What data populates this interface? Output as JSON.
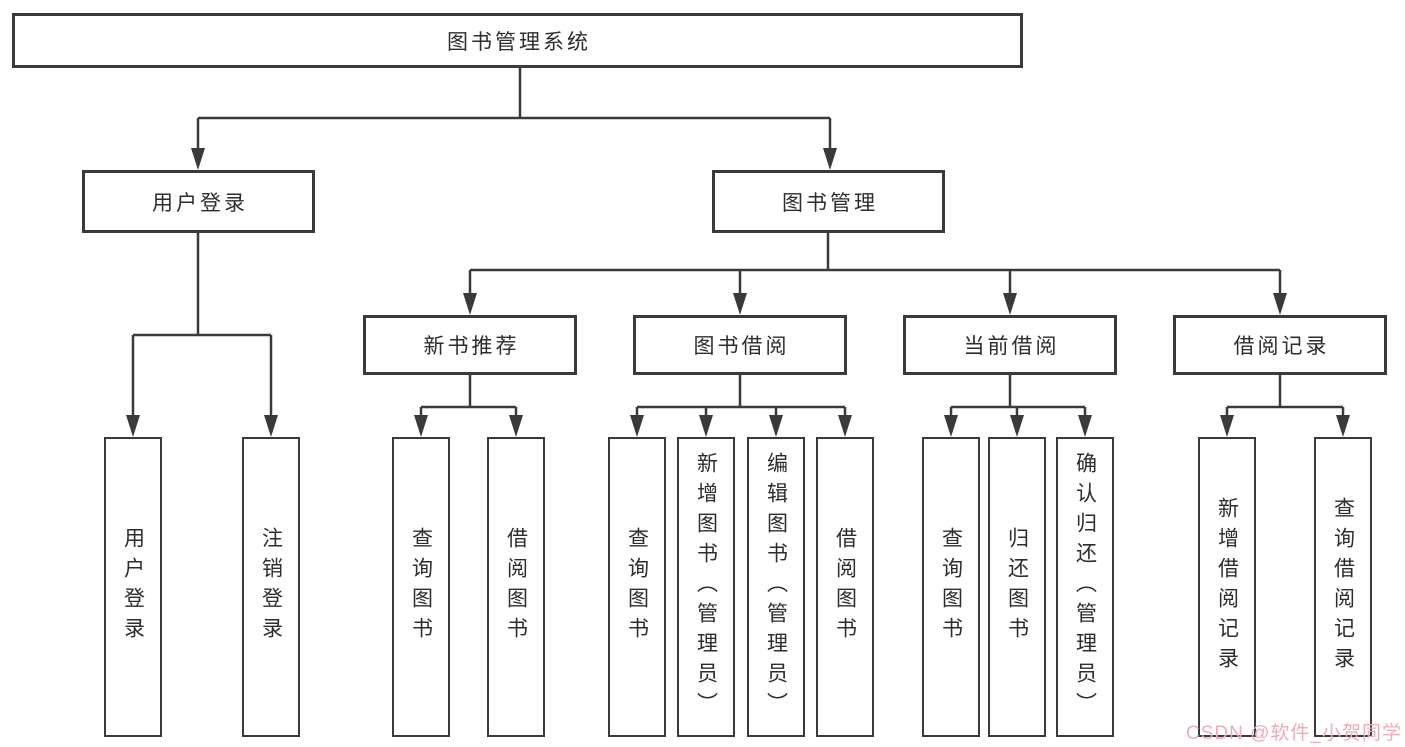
{
  "tree": {
    "root": "图书管理系统",
    "user_login_branch": {
      "label": "用户登录",
      "children": [
        "用户登录",
        "注销登录"
      ]
    },
    "book_mgmt_branch": {
      "label": "图书管理",
      "sections": [
        {
          "label": "新书推荐",
          "children": [
            "查询图书",
            "借阅图书"
          ]
        },
        {
          "label": "图书借阅",
          "children": [
            "查询图书",
            "新增图书（管理员）",
            "编辑图书（管理员）",
            "借阅图书"
          ]
        },
        {
          "label": "当前借阅",
          "children": [
            "查询图书",
            "归还图书",
            "确认归还（管理员）"
          ]
        },
        {
          "label": "借阅记录",
          "children": [
            "新增借阅记录",
            "查询借阅记录"
          ]
        }
      ]
    }
  },
  "watermark": {
    "text": "CSDN @软件_小贺同学",
    "color": "#e9aeb8"
  },
  "colors": {
    "line": "#3a3a3a",
    "background": "#ffffff",
    "text": "#2d2d2d"
  }
}
